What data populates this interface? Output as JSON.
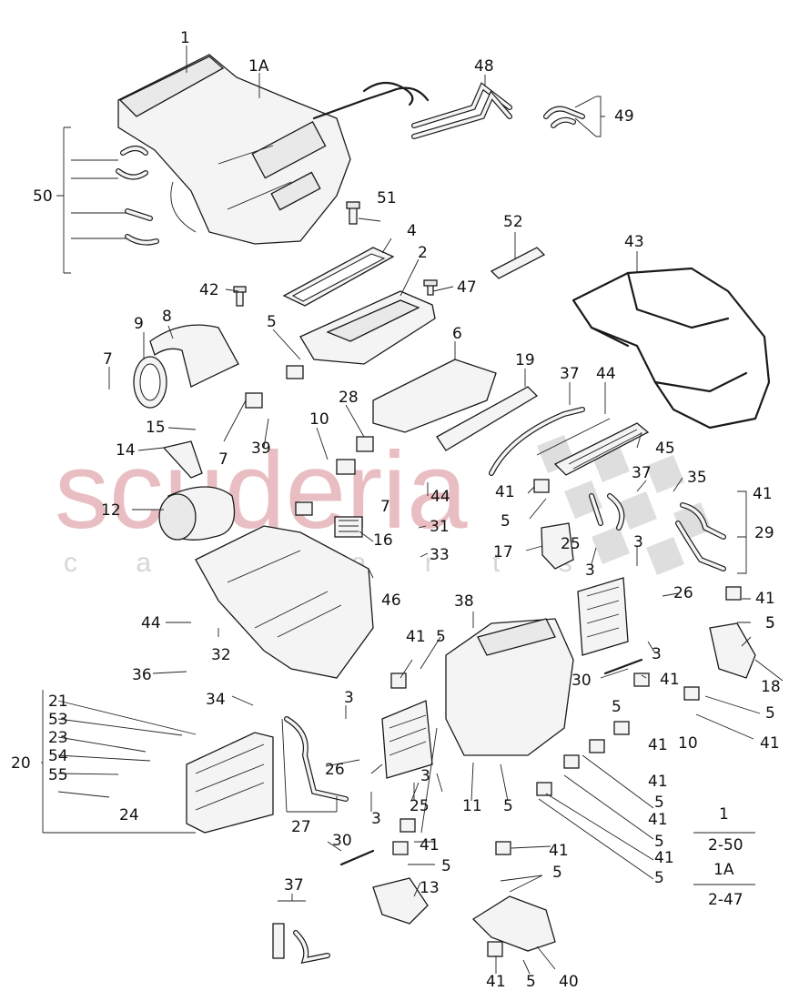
{
  "watermark": {
    "brand": "scuderia",
    "sub": "c a r p a r t s"
  },
  "callouts": [
    {
      "id": "c1",
      "text": "1"
    },
    {
      "id": "c1a",
      "text": "1A"
    },
    {
      "id": "c48",
      "text": "48"
    },
    {
      "id": "c49",
      "text": "49"
    },
    {
      "id": "c50",
      "text": "50"
    },
    {
      "id": "c51",
      "text": "51"
    },
    {
      "id": "c52",
      "text": "52"
    },
    {
      "id": "c43",
      "text": "43"
    },
    {
      "id": "c4",
      "text": "4"
    },
    {
      "id": "c2",
      "text": "2"
    },
    {
      "id": "c47",
      "text": "47"
    },
    {
      "id": "c42",
      "text": "42"
    },
    {
      "id": "c9",
      "text": "9"
    },
    {
      "id": "c8",
      "text": "8"
    },
    {
      "id": "c5a",
      "text": "5"
    },
    {
      "id": "c6",
      "text": "6"
    },
    {
      "id": "c7a",
      "text": "7"
    },
    {
      "id": "c19",
      "text": "19"
    },
    {
      "id": "c37a",
      "text": "37"
    },
    {
      "id": "c44a",
      "text": "44"
    },
    {
      "id": "c28",
      "text": "28"
    },
    {
      "id": "c10a",
      "text": "10"
    },
    {
      "id": "c15",
      "text": "15"
    },
    {
      "id": "c14",
      "text": "14"
    },
    {
      "id": "c39",
      "text": "39"
    },
    {
      "id": "c45",
      "text": "45"
    },
    {
      "id": "c7b",
      "text": "7"
    },
    {
      "id": "c37b",
      "text": "37"
    },
    {
      "id": "c35",
      "text": "35"
    },
    {
      "id": "c41a",
      "text": "41"
    },
    {
      "id": "c44b",
      "text": "44"
    },
    {
      "id": "c12",
      "text": "12"
    },
    {
      "id": "c7c",
      "text": "7"
    },
    {
      "id": "c5b",
      "text": "5"
    },
    {
      "id": "c29",
      "text": "29"
    },
    {
      "id": "c16",
      "text": "16"
    },
    {
      "id": "c31",
      "text": "31"
    },
    {
      "id": "c17",
      "text": "17"
    },
    {
      "id": "c25a",
      "text": "25"
    },
    {
      "id": "c3a",
      "text": "3"
    },
    {
      "id": "c33",
      "text": "33"
    },
    {
      "id": "c3b",
      "text": "3"
    },
    {
      "id": "c26a",
      "text": "26"
    },
    {
      "id": "c41b",
      "text": "41"
    },
    {
      "id": "c46",
      "text": "46"
    },
    {
      "id": "c38",
      "text": "38"
    },
    {
      "id": "c5c",
      "text": "5"
    },
    {
      "id": "c44c",
      "text": "44"
    },
    {
      "id": "c32",
      "text": "32"
    },
    {
      "id": "c3c",
      "text": "3"
    },
    {
      "id": "c41c",
      "text": "41"
    },
    {
      "id": "c5d",
      "text": "5"
    },
    {
      "id": "c18",
      "text": "18"
    },
    {
      "id": "c36",
      "text": "36"
    },
    {
      "id": "c30a",
      "text": "30"
    },
    {
      "id": "c41d",
      "text": "41"
    },
    {
      "id": "c5e",
      "text": "5"
    },
    {
      "id": "c21",
      "text": "21"
    },
    {
      "id": "c34",
      "text": "34"
    },
    {
      "id": "c3d",
      "text": "3"
    },
    {
      "id": "c53",
      "text": "53"
    },
    {
      "id": "c10b",
      "text": "10"
    },
    {
      "id": "c41e",
      "text": "41"
    },
    {
      "id": "c23",
      "text": "23"
    },
    {
      "id": "c5f",
      "text": "5"
    },
    {
      "id": "c20",
      "text": "20"
    },
    {
      "id": "c54",
      "text": "54"
    },
    {
      "id": "c26b",
      "text": "26"
    },
    {
      "id": "c41f",
      "text": "41"
    },
    {
      "id": "c55",
      "text": "55"
    },
    {
      "id": "c3e",
      "text": "3"
    },
    {
      "id": "c11",
      "text": "11"
    },
    {
      "id": "c5g",
      "text": "5"
    },
    {
      "id": "c24",
      "text": "24"
    },
    {
      "id": "c25b",
      "text": "25"
    },
    {
      "id": "c41g",
      "text": "41"
    },
    {
      "id": "c5h",
      "text": "5"
    },
    {
      "id": "c3f",
      "text": "3"
    },
    {
      "id": "c27",
      "text": "27"
    },
    {
      "id": "c41h",
      "text": "41"
    },
    {
      "id": "c5i",
      "text": "5"
    },
    {
      "id": "c30b",
      "text": "30"
    },
    {
      "id": "c41i",
      "text": "41"
    },
    {
      "id": "c41j",
      "text": "41"
    },
    {
      "id": "c5j",
      "text": "5"
    },
    {
      "id": "c5k",
      "text": "5"
    },
    {
      "id": "c13",
      "text": "13"
    },
    {
      "id": "c37c",
      "text": "37"
    },
    {
      "id": "c40",
      "text": "40"
    },
    {
      "id": "c41k",
      "text": "41"
    },
    {
      "id": "c5l",
      "text": "5"
    }
  ],
  "references": [
    {
      "part": "1",
      "range": "2-50"
    },
    {
      "part": "1A",
      "range": "2-47"
    }
  ]
}
